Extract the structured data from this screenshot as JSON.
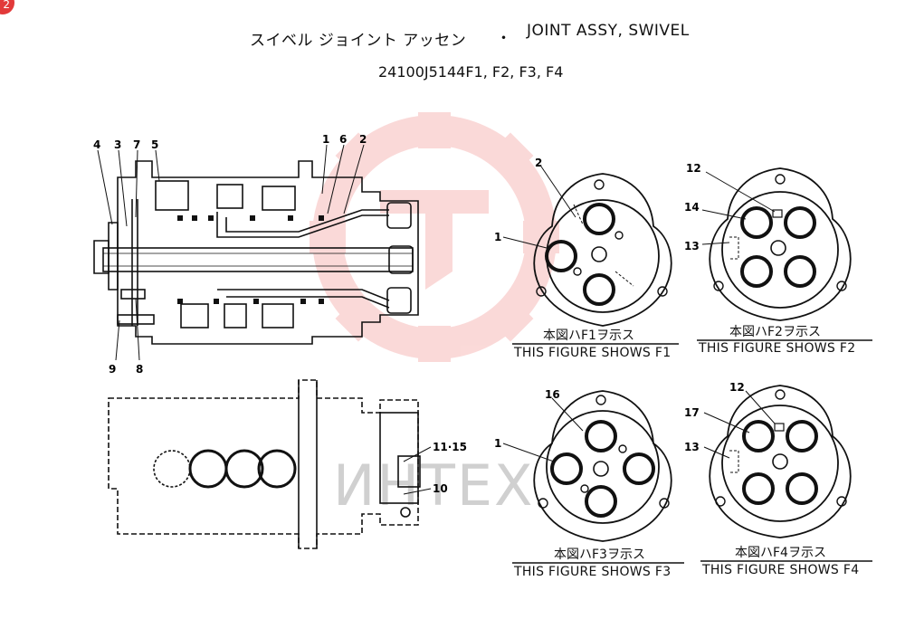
{
  "badge": "2",
  "header": {
    "title_jp": "スイベル ジョイント アッセン",
    "title_sep": "・",
    "title_en": "JOINT ASSY, SWIVEL",
    "part_no": "24100J5144F1, F2, F3, F4"
  },
  "watermark": {
    "text": "ИНТЕХ",
    "color": "#e8322e"
  },
  "callouts": {
    "left_top": [
      "4",
      "3",
      "7",
      "5",
      "1",
      "6",
      "2"
    ],
    "left_bottom": [
      "9",
      "8"
    ],
    "bottom_left": [
      "11·15",
      "10"
    ],
    "f1": [
      "2",
      "1"
    ],
    "f2": [
      "12",
      "14",
      "13"
    ],
    "f3": [
      "16",
      "1"
    ],
    "f4": [
      "12",
      "17",
      "13"
    ]
  },
  "captions": {
    "f1": {
      "jp": "本図ハF1ヲ示ス",
      "en": "THIS FIGURE SHOWS F1"
    },
    "f2": {
      "jp": "本図ハF2ヲ示ス",
      "en": "THIS FIGURE SHOWS  F2"
    },
    "f3": {
      "jp": "本図ハF3ヲ示ス",
      "en": "THIS FIGURE SHOWS  F3"
    },
    "f4": {
      "jp": "本図ハF4ヲ示ス",
      "en": "THIS FIGURE SHOWS  F4"
    }
  }
}
